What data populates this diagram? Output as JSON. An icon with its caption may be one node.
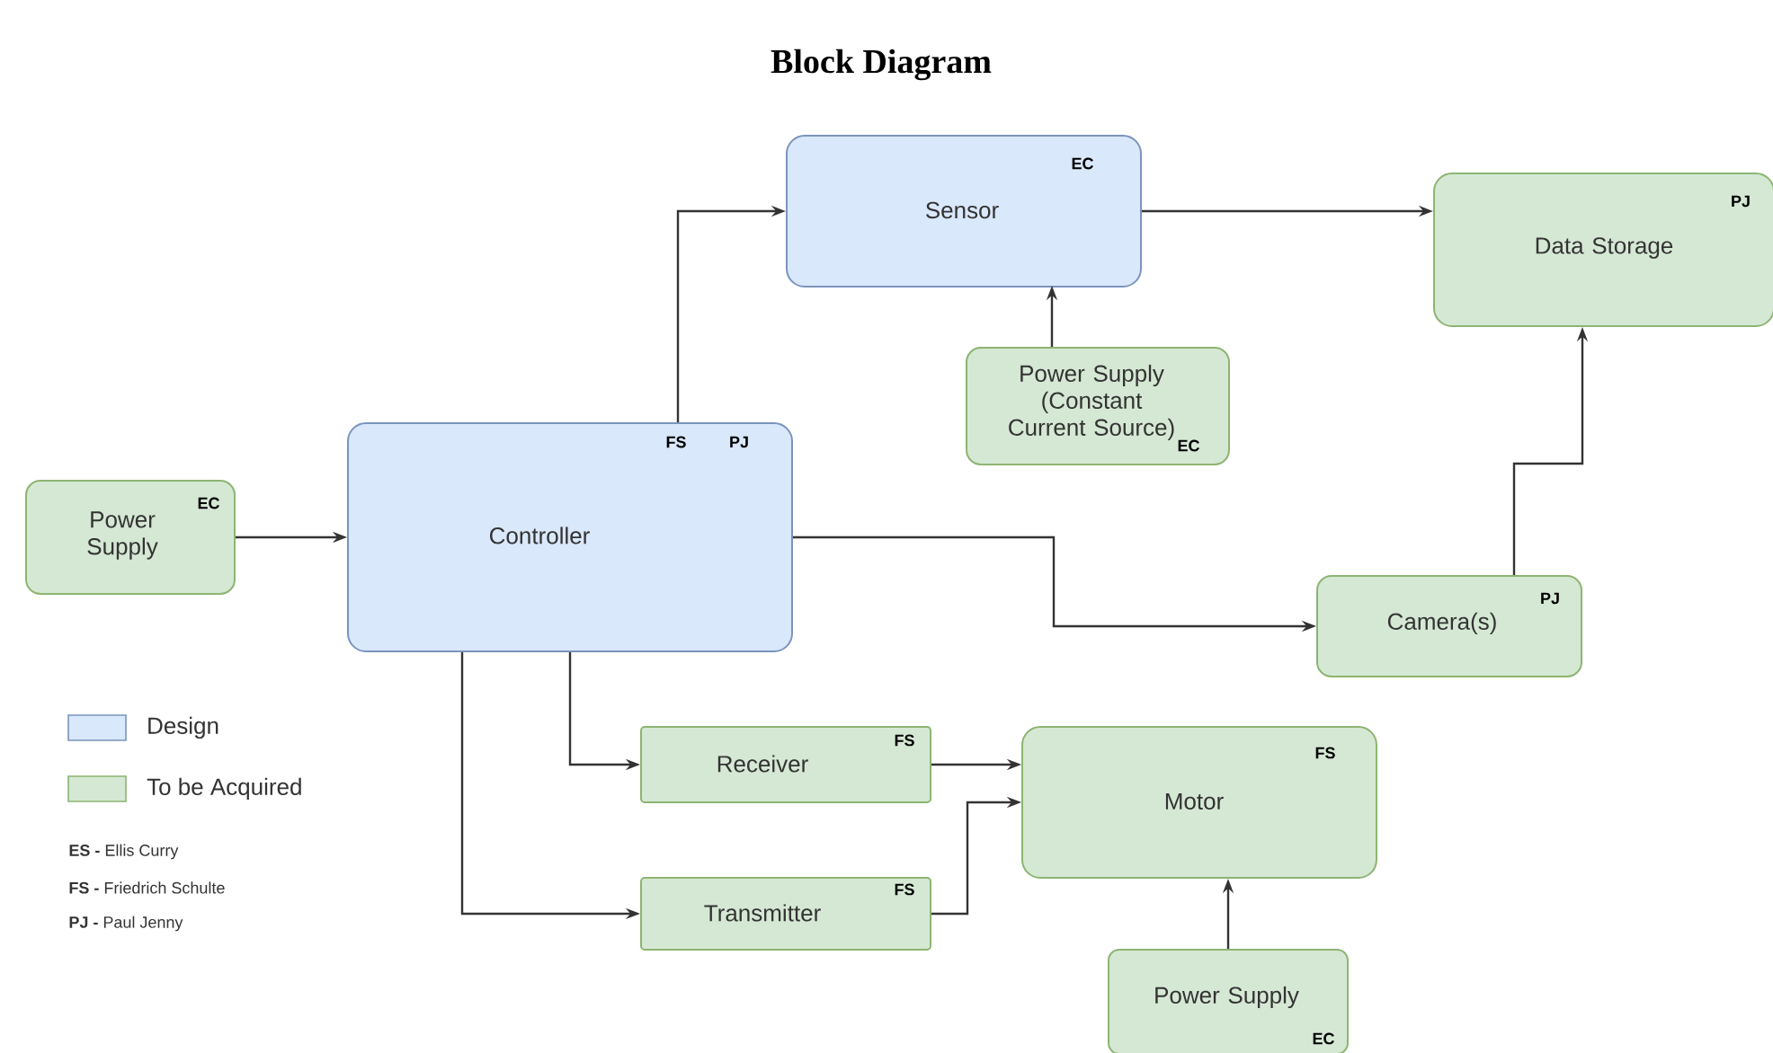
{
  "diagram": {
    "title": "Block Diagram",
    "nodes": [
      {
        "text": [
          "Power Supply",
          "EC"
        ]
      },
      {
        "text": [
          "Controller",
          "FS",
          "PJ"
        ]
      },
      {
        "text": [
          "Sensor",
          "EC"
        ]
      },
      {
        "text": [
          "Power Supply (Constant Current Source)",
          "EC"
        ]
      },
      {
        "text": [
          "Data Storage",
          "PJ"
        ]
      },
      {
        "text": [
          "Camera(s)",
          "PJ"
        ]
      },
      {
        "text": [
          "Receiver",
          "FS"
        ]
      },
      {
        "text": [
          "Transmitter",
          "FS"
        ]
      },
      {
        "text": [
          "Motor",
          "FS"
        ]
      },
      {
        "text": [
          "Power Supply",
          "EC"
        ]
      }
    ],
    "edges": [
      {
        "from": 0,
        "to": 1,
        "arrow": "to"
      },
      {
        "from": 1,
        "to": 2,
        "arrow": "to"
      },
      {
        "from": 2,
        "to": 4,
        "arrow": "to"
      },
      {
        "from": 3,
        "to": 2,
        "arrow": "to"
      },
      {
        "from": 1,
        "to": 5,
        "arrow": "to"
      },
      {
        "from": 5,
        "to": 4,
        "arrow": "to"
      },
      {
        "from": 1,
        "to": 6,
        "arrow": "to"
      },
      {
        "from": 1,
        "to": 7,
        "arrow": "to"
      },
      {
        "from": 6,
        "to": 8,
        "arrow": "to"
      },
      {
        "from": 7,
        "to": 8,
        "arrow": "to"
      },
      {
        "from": 9,
        "to": 8,
        "arrow": "to"
      }
    ],
    "labels": [
      "**ES -** Ellis Curry",
      "**FS -** Friedrich Schulte",
      "**PJ -** Paul Jenny"
    ],
    "legend": [
      {
        "text": "Design",
        "color": "#dae8fc"
      },
      {
        "text": "To be Acquired",
        "color": "#d5e8d4"
      }
    ]
  }
}
